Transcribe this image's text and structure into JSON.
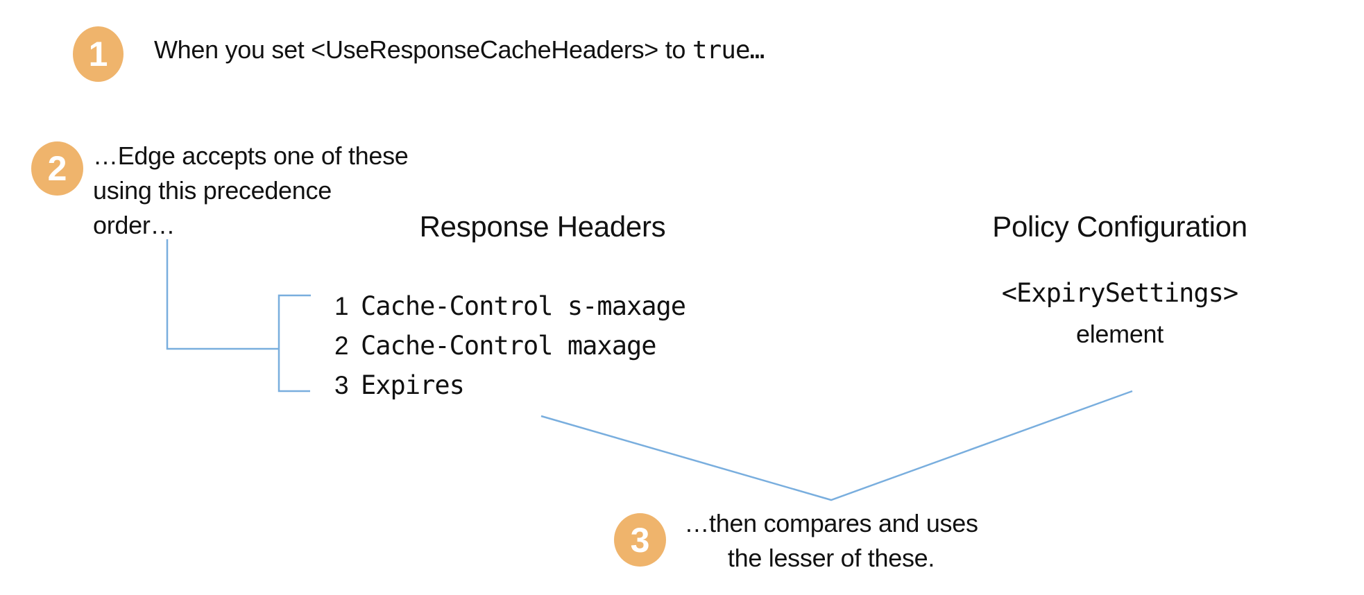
{
  "colors": {
    "accent_orange": "#efb46c",
    "line_blue": "#79aede",
    "text": "#111111",
    "background": "#ffffff"
  },
  "steps": {
    "step1": {
      "number": "1",
      "text_prefix": "When you set <UseResponseCacheHeaders> to ",
      "code": "true",
      "text_suffix": "…"
    },
    "step2": {
      "number": "2",
      "lines": [
        "…Edge accepts one of these",
        "using this precedence",
        "order…"
      ]
    },
    "step3": {
      "number": "3",
      "lines": [
        "…then compares and uses",
        "the lesser of these."
      ]
    }
  },
  "columns": {
    "response_headers": {
      "title": "Response Headers",
      "items": [
        {
          "rank": "1",
          "header": "Cache-Control s-maxage"
        },
        {
          "rank": "2",
          "header": "Cache-Control maxage"
        },
        {
          "rank": "3",
          "header": "Expires"
        }
      ]
    },
    "policy_configuration": {
      "title": "Policy Configuration",
      "code": "<ExpirySettings>",
      "label": "element"
    }
  }
}
